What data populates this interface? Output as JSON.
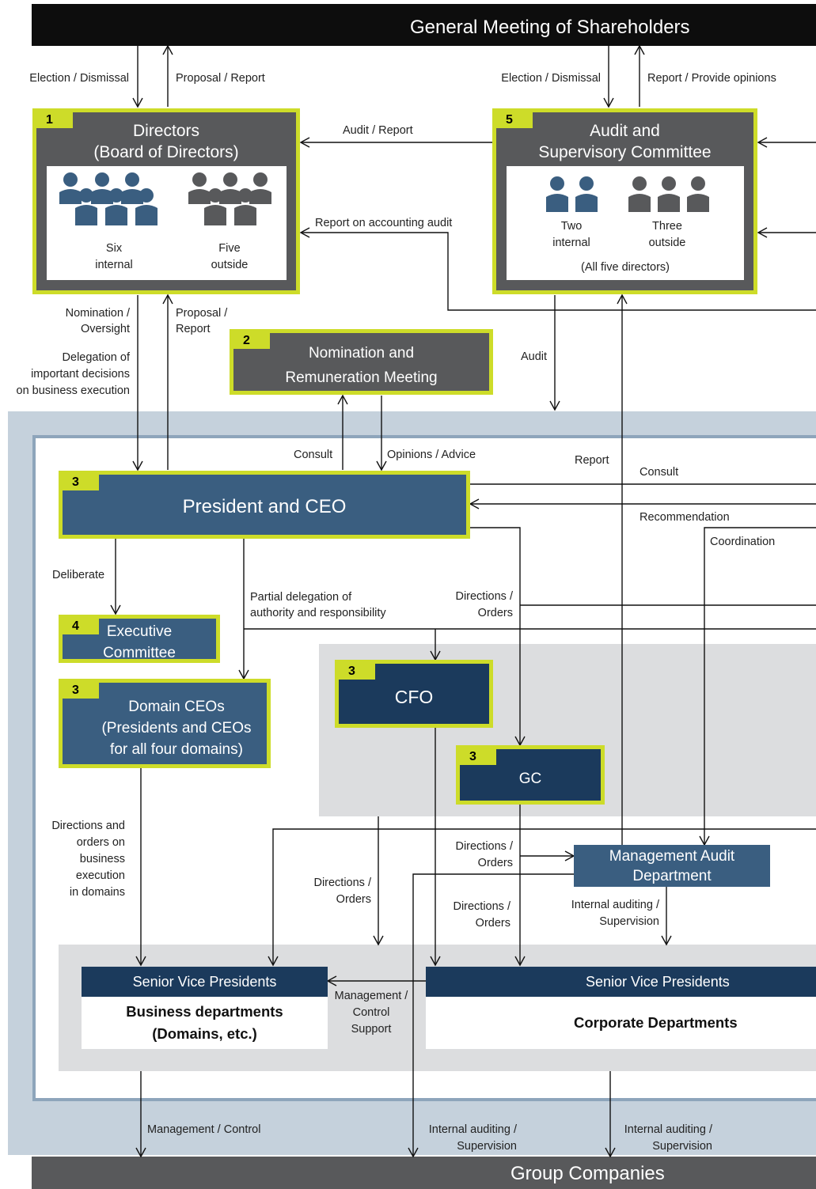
{
  "shareholders": "General Meeting of Shareholders",
  "group_companies": "Group Companies",
  "directors": {
    "number": "1",
    "title_line1": "Directors",
    "title_line2": "(Board of Directors)",
    "internal_label_1": "Six",
    "internal_label_2": "internal",
    "outside_label_1": "Five",
    "outside_label_2": "outside"
  },
  "nomination": {
    "number": "2",
    "title_line1": "Nomination and",
    "title_line2": "Remuneration Meeting"
  },
  "president": {
    "number": "3",
    "title": "President and CEO"
  },
  "executive": {
    "number": "4",
    "title_line1": "Executive",
    "title_line2": "Committee"
  },
  "domain_ceos": {
    "number": "3",
    "title_line1": "Domain CEOs",
    "title_line2": "(Presidents and CEOs",
    "title_line3": "for all four domains)"
  },
  "cfo": {
    "number": "3",
    "title": "CFO"
  },
  "gc": {
    "number": "3",
    "title": "GC"
  },
  "audit_committee": {
    "number": "5",
    "title_line1": "Audit and",
    "title_line2": "Supervisory Committee",
    "internal_label_1": "Two",
    "internal_label_2": "internal",
    "outside_label_1": "Three",
    "outside_label_2": "outside",
    "note": "(All five directors)"
  },
  "mgmt_audit": {
    "title_line1": "Management Audit",
    "title_line2": "Department"
  },
  "business": {
    "svp": "Senior Vice Presidents",
    "line1": "Business departments",
    "line2": "(Domains, etc.)"
  },
  "corporate": {
    "svp": "Senior Vice Presidents",
    "line1": "Corporate Departments"
  },
  "labels": {
    "election_left": "Election / Dismissal",
    "proposal_report": "Proposal / Report",
    "election_right": "Election / Dismissal",
    "report_opinions": "Report / Provide opinions",
    "audit_report": "Audit / Report",
    "report_accounting": "Report on accounting audit",
    "nomination_oversight_1": "Nomination /",
    "nomination_oversight_2": "Oversight",
    "proposal_report2_1": "Proposal /",
    "proposal_report2_2": "Report",
    "delegation_1": "Delegation of",
    "delegation_2": "important decisions",
    "delegation_3": "on business execution",
    "audit": "Audit",
    "consult_left": "Consult",
    "opinions_advice": "Opinions / Advice",
    "report": "Report",
    "consult_right": "Consult",
    "recommendation": "Recommendation",
    "coordination": "Coordination",
    "deliberate": "Deliberate",
    "partial_1": "Partial delegation of",
    "partial_2": "authority and responsibility",
    "directions_orders_1a": "Directions /",
    "directions_orders_1b": "Orders",
    "dir_domains_1": "Directions and",
    "dir_domains_2": "orders on",
    "dir_domains_3": "business",
    "dir_domains_4": "execution",
    "dir_domains_5": "in domains",
    "directions_orders_2a": "Directions /",
    "directions_orders_2b": "Orders",
    "directions_orders_3a": "Directions /",
    "directions_orders_3b": "Orders",
    "directions_orders_4a": "Directions /",
    "directions_orders_4b": "Orders",
    "internal_sup_1a": "Internal auditing /",
    "internal_sup_1b": "Supervision",
    "mgmt_control_support_1": "Management /",
    "mgmt_control_support_2": "Control",
    "mgmt_control_support_3": "Support",
    "management_control": "Management / Control",
    "internal_sup_2a": "Internal auditing /",
    "internal_sup_2b": "Supervision",
    "internal_sup_3a": "Internal auditing /",
    "internal_sup_3b": "Supervision"
  },
  "colors": {
    "accent": "#cddc29",
    "dark_box": "#58595b",
    "blue_box": "#3a5e80",
    "navy_box": "#1b3a5c",
    "band": "#c5d1dc",
    "gray_panel": "#dcdddf"
  }
}
